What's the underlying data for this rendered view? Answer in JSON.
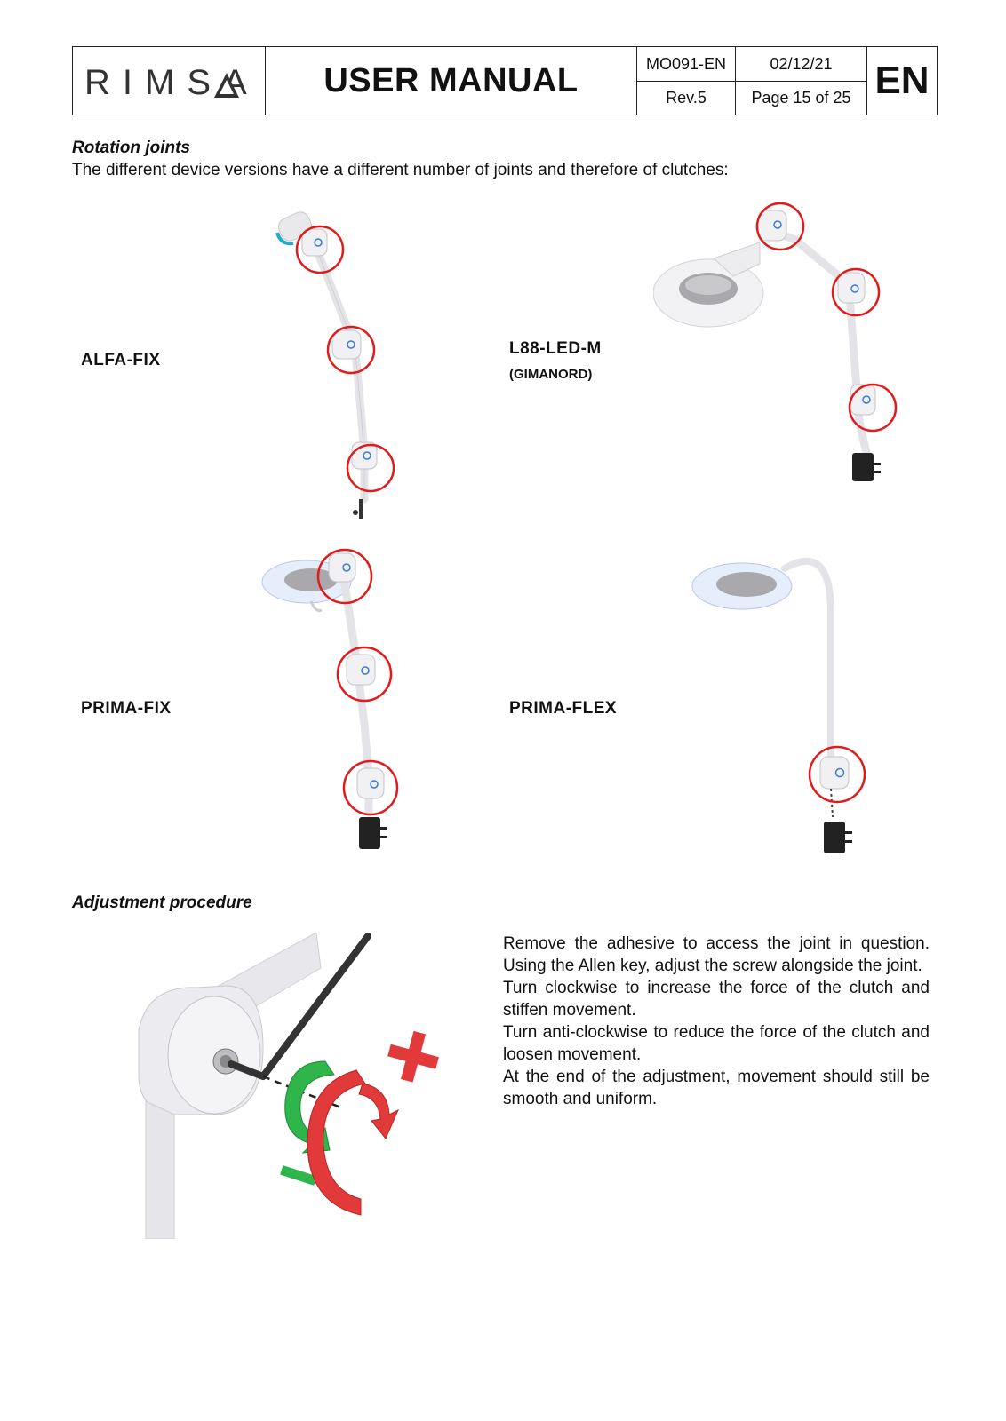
{
  "header": {
    "logo_text": "RIMSA",
    "title": "USER MANUAL",
    "doc_code": "MO091-EN",
    "date": "02/12/21",
    "revision": "Rev.5",
    "page": "Page 15 of 25",
    "language": "EN"
  },
  "rotation": {
    "heading": "Rotation joints",
    "intro": "The different device versions have a different number of joints and therefore of clutches:",
    "models": [
      {
        "name": "ALFA-FIX"
      },
      {
        "name": "L88-LED-M",
        "note": "(GIMANORD)"
      },
      {
        "name": "PRIMA-FIX"
      },
      {
        "name": "PRIMA-FLEX"
      }
    ]
  },
  "adjustment": {
    "heading": "Adjustment procedure",
    "paragraphs": [
      "Remove the adhesive to access the joint in question. Using the Allen key, adjust the screw alongside the joint.",
      "Turn clockwise to increase the force of the clutch and stiffen movement.",
      "Turn anti-clockwise to reduce the force of the clutch and loosen movement.",
      "At the end of the adjustment, movement should still be smooth and uniform."
    ]
  },
  "colors": {
    "highlight_ring": "#e01b1b",
    "decrease_arrow": "#2fb54a",
    "increase_arrow": "#e23a3a"
  }
}
